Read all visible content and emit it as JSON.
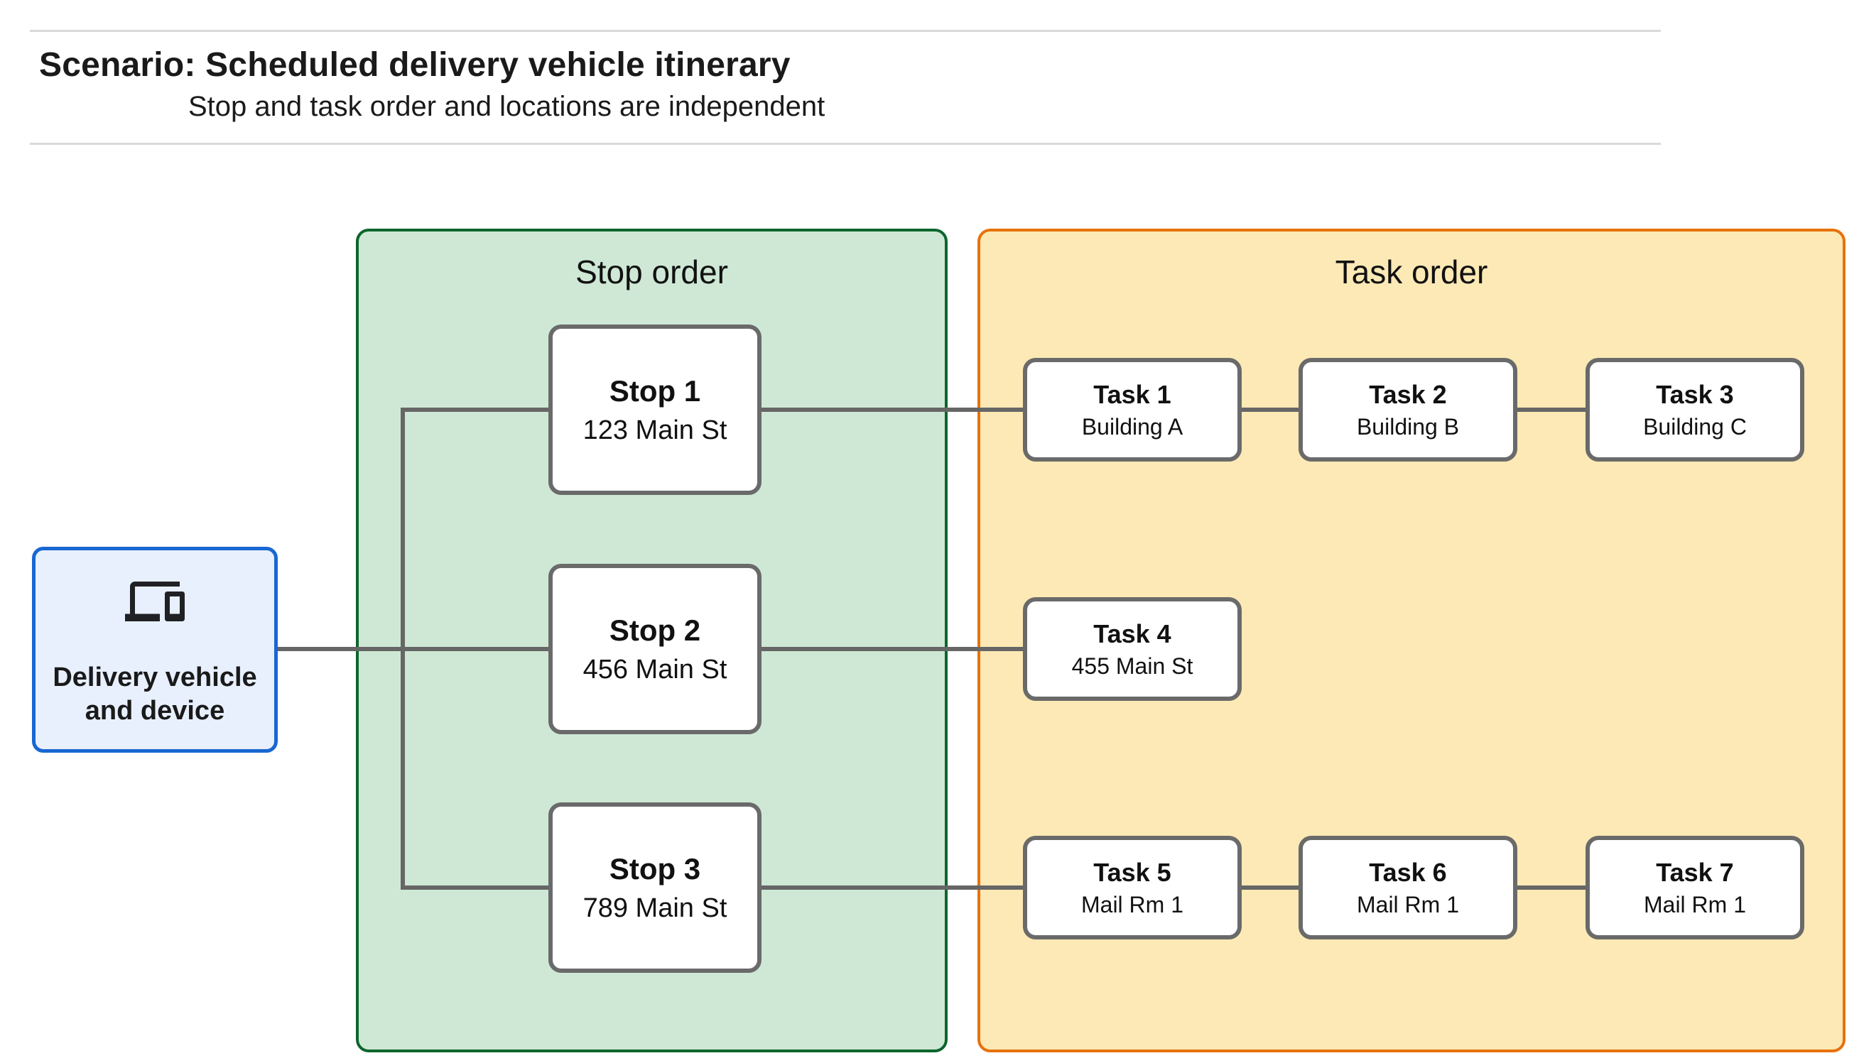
{
  "header": {
    "title": "Scenario: Scheduled delivery vehicle itinerary",
    "subtitle": "Stop and task order and locations are independent"
  },
  "vehicle": {
    "label": "Delivery vehicle and device",
    "icon": "devices-icon"
  },
  "stop_panel": {
    "title": "Stop order"
  },
  "task_panel": {
    "title": "Task order"
  },
  "stops": [
    {
      "title": "Stop 1",
      "location": "123 Main St"
    },
    {
      "title": "Stop 2",
      "location": "456 Main St"
    },
    {
      "title": "Stop 3",
      "location": "789 Main St"
    }
  ],
  "tasks": [
    {
      "title": "Task 1",
      "location": "Building A"
    },
    {
      "title": "Task 2",
      "location": "Building B"
    },
    {
      "title": "Task 3",
      "location": "Building C"
    },
    {
      "title": "Task 4",
      "location": "455 Main St"
    },
    {
      "title": "Task 5",
      "location": "Mail Rm 1"
    },
    {
      "title": "Task 6",
      "location": "Mail Rm 1"
    },
    {
      "title": "Task 7",
      "location": "Mail Rm 1"
    }
  ],
  "colors": {
    "stop_panel_fill": "#CEE8D5",
    "stop_panel_border": "#0D652D",
    "task_panel_fill": "#FCE9B5",
    "task_panel_border": "#E8710A",
    "vehicle_fill": "#E8F0FE",
    "vehicle_border": "#1967D2",
    "node_border": "#6A6A6A",
    "connector": "#666666",
    "divider": "#D9D9D9",
    "text": "#1A1A1A"
  }
}
